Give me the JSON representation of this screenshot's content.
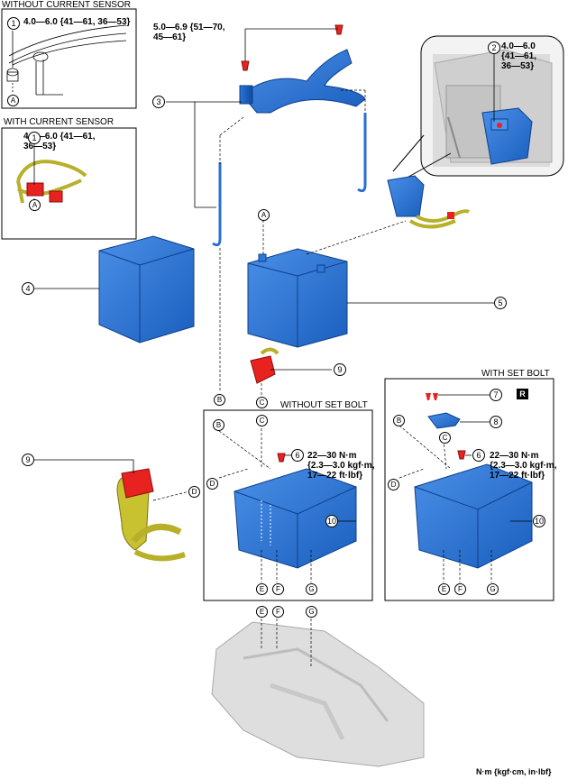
{
  "sections": {
    "without_current_sensor": "WITHOUT CURRENT SENSOR",
    "with_current_sensor": "WITH CURRENT SENSOR",
    "without_set_bolt": "WITHOUT SET BOLT",
    "with_set_bolt": "WITH SET BOLT"
  },
  "callouts": {
    "n1": "1",
    "n2": "2",
    "n3": "3",
    "n4": "4",
    "n5": "5",
    "n6": "6",
    "n7": "7",
    "n8": "8",
    "n9": "9",
    "n10": "10",
    "R": "R"
  },
  "letters": {
    "A": "A",
    "B": "B",
    "C": "C",
    "D": "D",
    "E": "E",
    "F": "F",
    "G": "G"
  },
  "torques": {
    "t1": "4.0—6.0 {41—61, 36—53}",
    "t1b": "4.0—6.0 {41—61,\n36—53}",
    "t2": "4.0—6.0\n{41—61,\n36—53}",
    "t3": "5.0—6.9 {51—70,\n45—61}",
    "t6": "22—30 N·m\n{2.3—3.0 kgf·m,\n17—22 ft·lbf}"
  },
  "units": "N·m {kgf·cm, in·lbf}",
  "colors": {
    "part_blue": "#1f6fd1",
    "part_red": "#e8231f",
    "harness_yellow": "#c8c230",
    "body_gray": "#d9d9d9"
  }
}
